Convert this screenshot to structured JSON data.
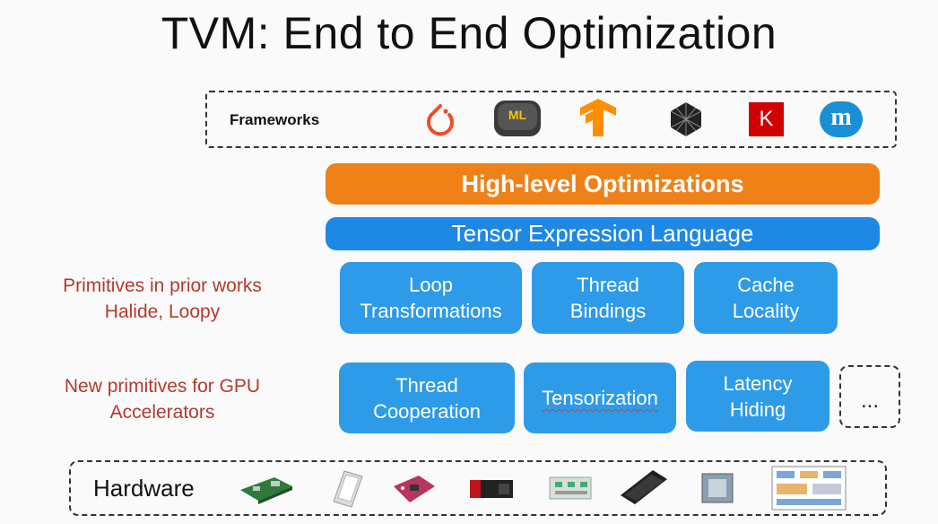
{
  "title": "TVM: End to End Optimization",
  "frameworks": {
    "label": "Frameworks",
    "logos": [
      {
        "icon": "pytorch-icon",
        "color": "#ee4c2c"
      },
      {
        "icon": "coreml-icon",
        "text": "ML",
        "color": "#f5c518"
      },
      {
        "icon": "tensorflow-icon",
        "color": "#ff8f00"
      },
      {
        "icon": "onnx-icon",
        "color": "#222222"
      },
      {
        "icon": "keras-icon",
        "text": "K",
        "color": "#d00000"
      },
      {
        "icon": "mxnet-icon",
        "text": "m",
        "color": "#1a8fd6"
      }
    ]
  },
  "stack": {
    "high_level": "High-level Optimizations",
    "tensor_expr": "Tensor Expression Language"
  },
  "prior": {
    "label_line1": "Primitives in prior works",
    "label_line2": "Halide, Loopy",
    "tiles": [
      {
        "line1": "Loop",
        "line2": "Transformations"
      },
      {
        "line1": "Thread",
        "line2": "Bindings"
      },
      {
        "line1": "Cache",
        "line2": "Locality"
      }
    ]
  },
  "new": {
    "label_line1": "New primitives for GPU",
    "label_line2": "Accelerators",
    "tiles": [
      {
        "line1": "Thread",
        "line2": "Cooperation"
      },
      {
        "line1": "Tensorization",
        "line2": ""
      },
      {
        "line1": "Latency",
        "line2": "Hiding"
      }
    ],
    "more": "..."
  },
  "hardware": {
    "label": "Hardware",
    "devices": [
      "raspberry-pi-icon",
      "smartphone-icon",
      "fpga-board-icon",
      "gpu-card-icon",
      "server-board-icon",
      "accelerator-card-icon",
      "cpu-chip-icon",
      "accelerator-diagram-icon"
    ]
  },
  "colors": {
    "orange": "#ee8219",
    "blue": "#1e88e5",
    "tile": "#2e9be8",
    "label_red": "#b33a2c"
  }
}
